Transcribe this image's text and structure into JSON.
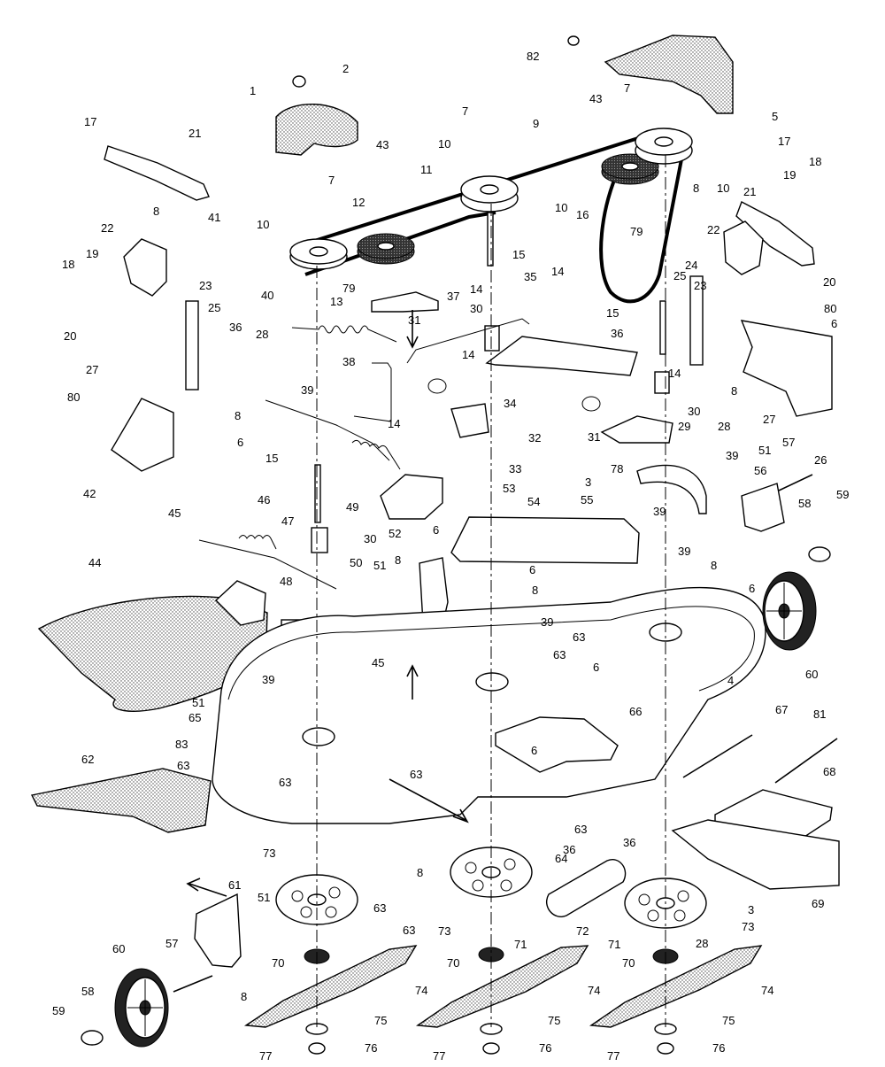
{
  "labels": [
    {
      "text": "2"
    },
    {
      "text": "1"
    },
    {
      "text": "82"
    },
    {
      "text": "5"
    },
    {
      "text": "7"
    },
    {
      "text": "43"
    },
    {
      "text": "9"
    },
    {
      "text": "7"
    },
    {
      "text": "17"
    },
    {
      "text": "21"
    },
    {
      "text": "43"
    },
    {
      "text": "10"
    },
    {
      "text": "11"
    },
    {
      "text": "10"
    },
    {
      "text": "16"
    },
    {
      "text": "17"
    },
    {
      "text": "18"
    },
    {
      "text": "7"
    },
    {
      "text": "12"
    },
    {
      "text": "8"
    },
    {
      "text": "21"
    },
    {
      "text": "19"
    },
    {
      "text": "10"
    },
    {
      "text": "10"
    },
    {
      "text": "79"
    },
    {
      "text": "8"
    },
    {
      "text": "41"
    },
    {
      "text": "22"
    },
    {
      "text": "22"
    },
    {
      "text": "20"
    },
    {
      "text": "15"
    },
    {
      "text": "23"
    },
    {
      "text": "24"
    },
    {
      "text": "14"
    },
    {
      "text": "19"
    },
    {
      "text": "18"
    },
    {
      "text": "79"
    },
    {
      "text": "14"
    },
    {
      "text": "25"
    },
    {
      "text": "35"
    },
    {
      "text": "23"
    },
    {
      "text": "13"
    },
    {
      "text": "37"
    },
    {
      "text": "30"
    },
    {
      "text": "80"
    },
    {
      "text": "40"
    },
    {
      "text": "25"
    },
    {
      "text": "15"
    },
    {
      "text": "20"
    },
    {
      "text": "36"
    },
    {
      "text": "31"
    },
    {
      "text": "36"
    },
    {
      "text": "6"
    },
    {
      "text": "28"
    },
    {
      "text": "38"
    },
    {
      "text": "14"
    },
    {
      "text": "27"
    },
    {
      "text": "14"
    },
    {
      "text": "80"
    },
    {
      "text": "39"
    },
    {
      "text": "34"
    },
    {
      "text": "30"
    },
    {
      "text": "8"
    },
    {
      "text": "27"
    },
    {
      "text": "32"
    },
    {
      "text": "31"
    },
    {
      "text": "28"
    },
    {
      "text": "29"
    },
    {
      "text": "8"
    },
    {
      "text": "6"
    },
    {
      "text": "14"
    },
    {
      "text": "33"
    },
    {
      "text": "39"
    },
    {
      "text": "51"
    },
    {
      "text": "57"
    },
    {
      "text": "26"
    },
    {
      "text": "15"
    },
    {
      "text": "78"
    },
    {
      "text": "42"
    },
    {
      "text": "53"
    },
    {
      "text": "56"
    },
    {
      "text": "3"
    },
    {
      "text": "49"
    },
    {
      "text": "59"
    },
    {
      "text": "54"
    },
    {
      "text": "55"
    },
    {
      "text": "39"
    },
    {
      "text": "58"
    },
    {
      "text": "45"
    },
    {
      "text": "46"
    },
    {
      "text": "6"
    },
    {
      "text": "52"
    },
    {
      "text": "30"
    },
    {
      "text": "47"
    },
    {
      "text": "39"
    },
    {
      "text": "8"
    },
    {
      "text": "44"
    },
    {
      "text": "6"
    },
    {
      "text": "50"
    },
    {
      "text": "51"
    },
    {
      "text": "8"
    },
    {
      "text": "48"
    },
    {
      "text": "6"
    },
    {
      "text": "8"
    },
    {
      "text": "63"
    },
    {
      "text": "39"
    },
    {
      "text": "60"
    },
    {
      "text": "45"
    },
    {
      "text": "39"
    },
    {
      "text": "63"
    },
    {
      "text": "6"
    },
    {
      "text": "4"
    },
    {
      "text": "51"
    },
    {
      "text": "66"
    },
    {
      "text": "67"
    },
    {
      "text": "65"
    },
    {
      "text": "81"
    },
    {
      "text": "83"
    },
    {
      "text": "6"
    },
    {
      "text": "62"
    },
    {
      "text": "63"
    },
    {
      "text": "63"
    },
    {
      "text": "68"
    },
    {
      "text": "63"
    },
    {
      "text": "63"
    },
    {
      "text": "36"
    },
    {
      "text": "36"
    },
    {
      "text": "61"
    },
    {
      "text": "8"
    },
    {
      "text": "64"
    },
    {
      "text": "73"
    },
    {
      "text": "51"
    },
    {
      "text": "3"
    },
    {
      "text": "69"
    },
    {
      "text": "63"
    },
    {
      "text": "63"
    },
    {
      "text": "73"
    },
    {
      "text": "72"
    },
    {
      "text": "71"
    },
    {
      "text": "71"
    },
    {
      "text": "73"
    },
    {
      "text": "60"
    },
    {
      "text": "57"
    },
    {
      "text": "28"
    },
    {
      "text": "70"
    },
    {
      "text": "70"
    },
    {
      "text": "70"
    },
    {
      "text": "8"
    },
    {
      "text": "74"
    },
    {
      "text": "74"
    },
    {
      "text": "74"
    },
    {
      "text": "58"
    },
    {
      "text": "59"
    },
    {
      "text": "75"
    },
    {
      "text": "75"
    },
    {
      "text": "75"
    },
    {
      "text": "77"
    },
    {
      "text": "76"
    },
    {
      "text": "77"
    },
    {
      "text": "76"
    },
    {
      "text": "77"
    },
    {
      "text": "76"
    }
  ]
}
